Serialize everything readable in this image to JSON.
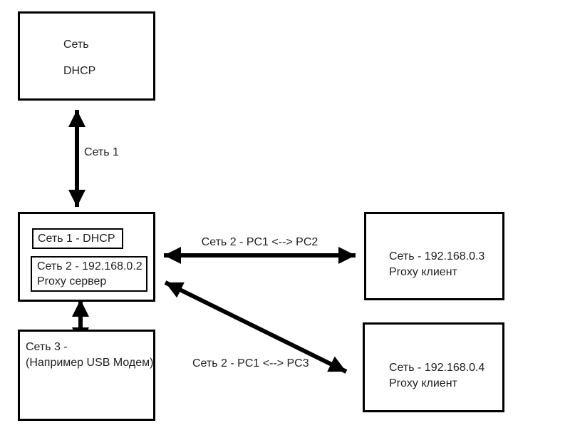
{
  "diagram": {
    "nodes": {
      "internet": {
        "line1": "Сеть",
        "line2": "DHCP"
      },
      "gateway": {
        "port1_label": "Сеть 1 - DHCP",
        "port2_line1": "Сеть 2 - 192.168.0.2",
        "port2_line2": "Proxy сервер"
      },
      "client1": {
        "line1": "Сеть - 192.168.0.3",
        "line2": "Proxy клиент"
      },
      "client2": {
        "line1": "Сеть - 192.168.0.4",
        "line2": "Proxy клиент"
      },
      "modem": {
        "line1": "Сеть 3 -",
        "line2": "(Например USB Модем)"
      }
    },
    "links": {
      "net1": {
        "label": "Сеть 1"
      },
      "pc1_pc2": {
        "label": "Сеть 2 - PC1 <--> PC2"
      },
      "pc1_pc3": {
        "label": "Сеть 2 - PC1 <--> PC3"
      }
    },
    "colors": {
      "line": "#000000",
      "text": "#1f1f1f",
      "background": "#ffffff"
    }
  }
}
